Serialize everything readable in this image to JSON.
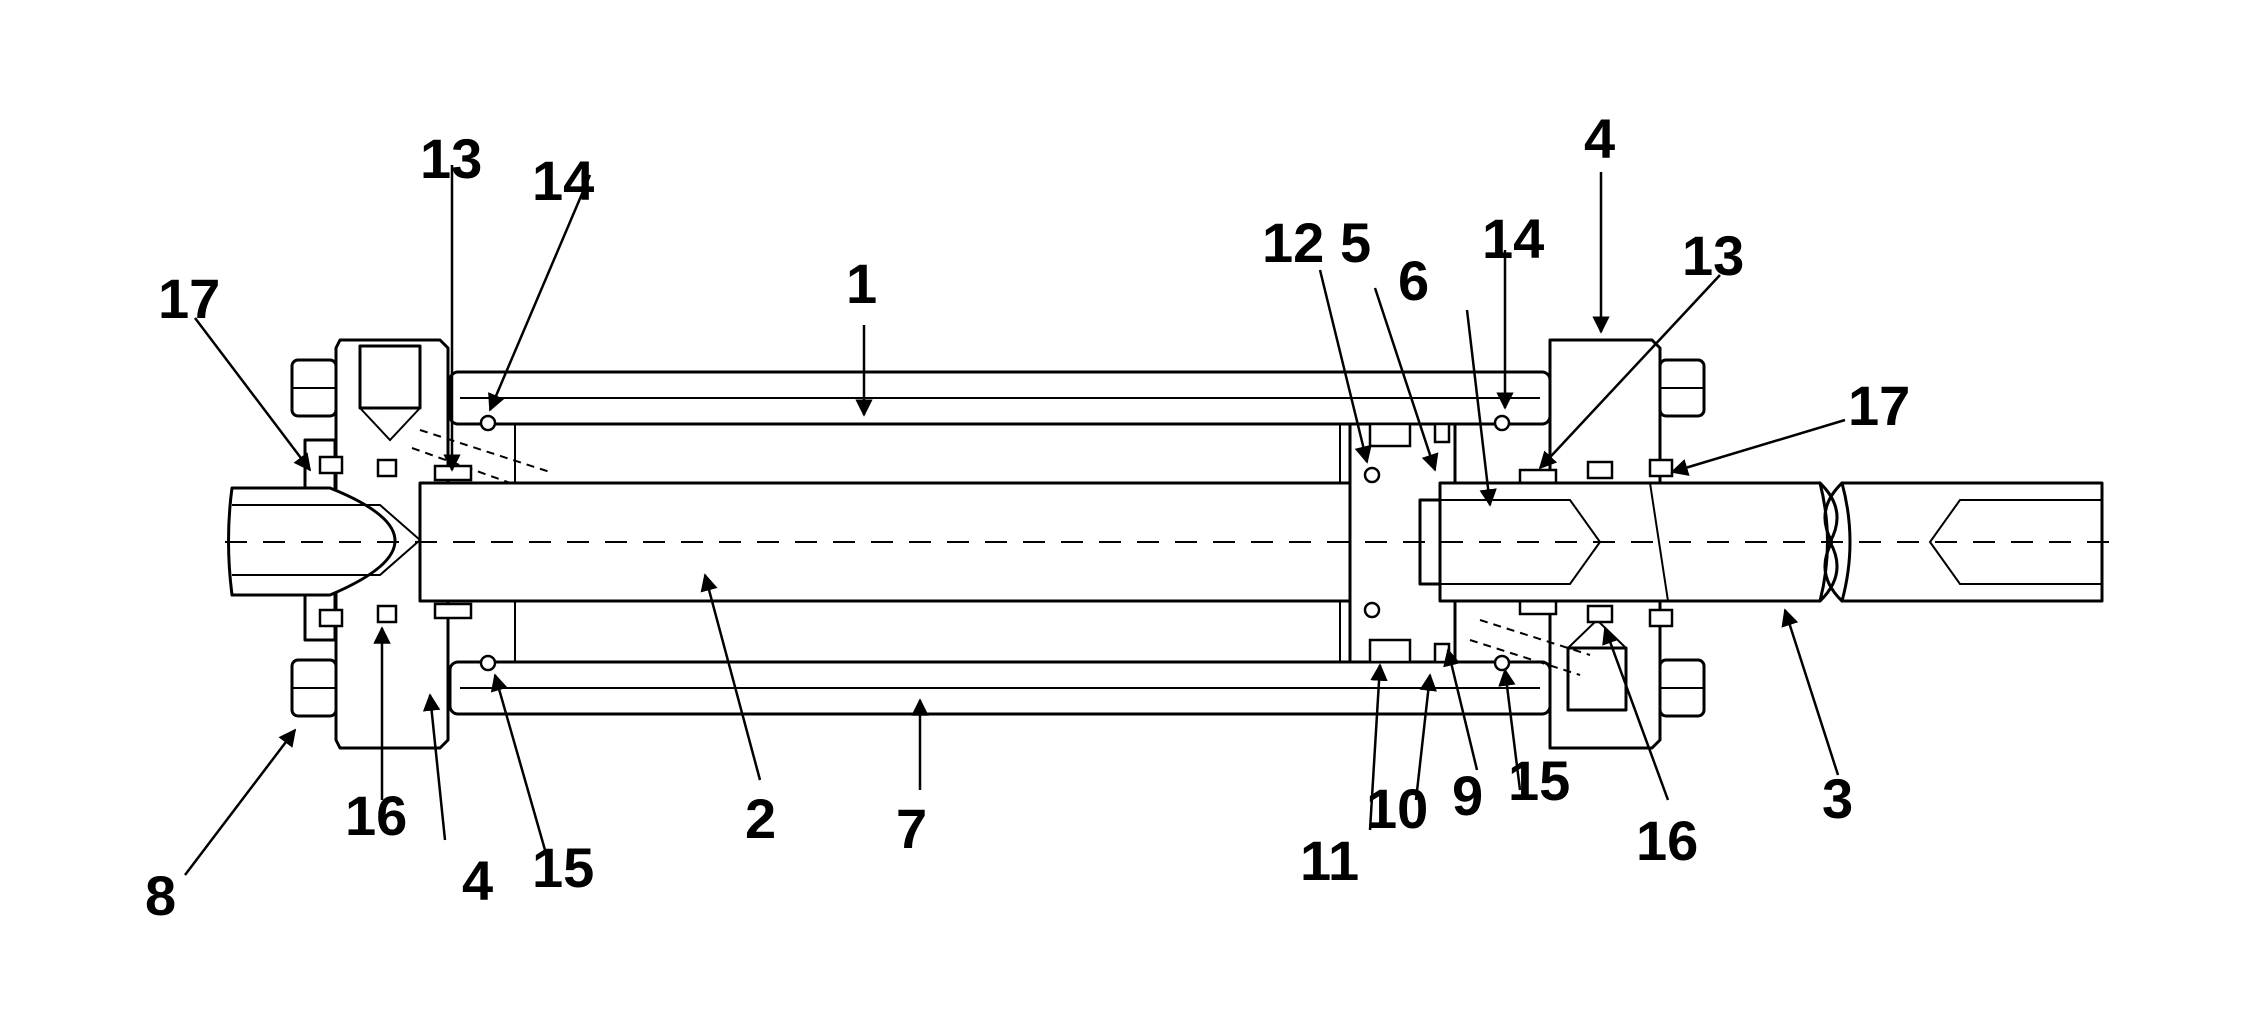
{
  "labels": {
    "l1": "1",
    "l2": "2",
    "l3": "3",
    "l4a": "4",
    "l4b": "4",
    "l5": "5",
    "l6": "6",
    "l7": "7",
    "l8": "8",
    "l9": "9",
    "l10": "10",
    "l11": "11",
    "l12": "12",
    "l13a": "13",
    "l13b": "13",
    "l14a": "14",
    "l14b": "14",
    "l15a": "15",
    "l15b": "15",
    "l16a": "16",
    "l16b": "16",
    "l17a": "17",
    "l17b": "17"
  },
  "colors": {
    "ink": "#000000",
    "paper": "#ffffff"
  }
}
